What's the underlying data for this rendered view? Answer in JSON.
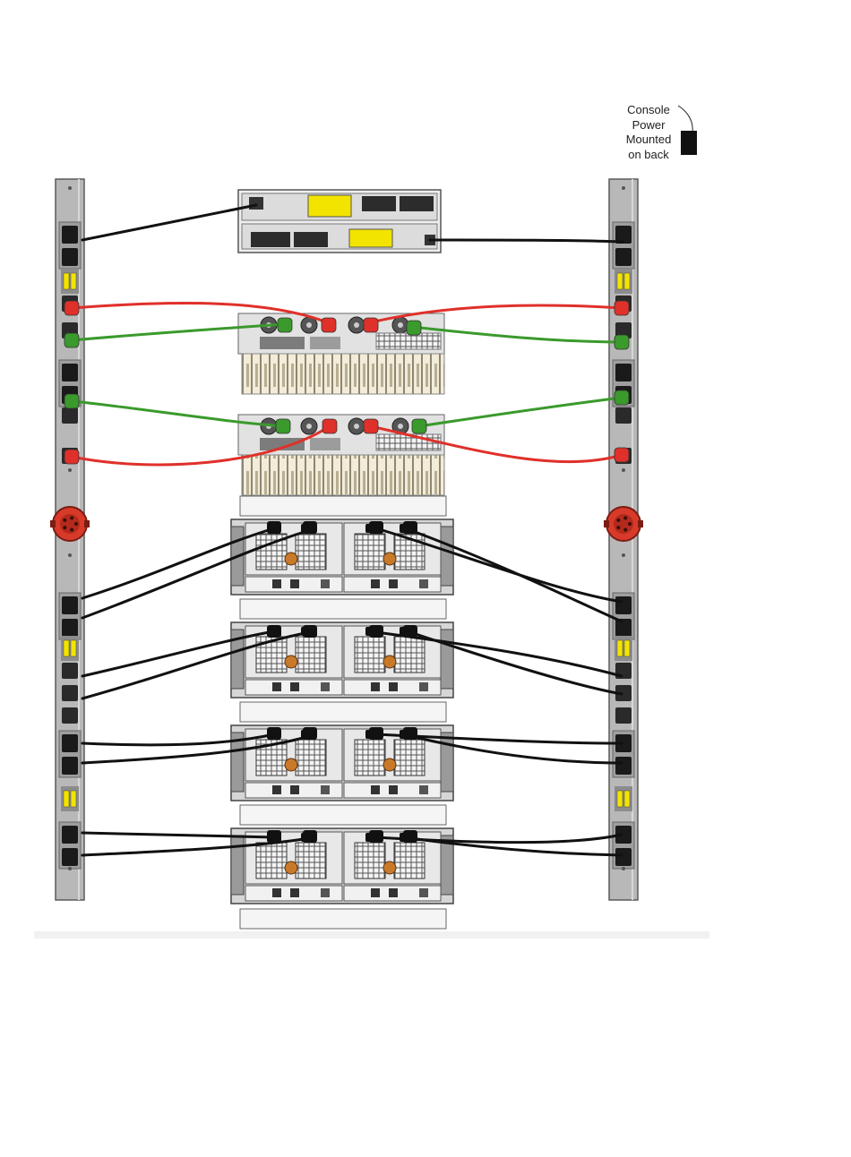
{
  "callout": {
    "lines": [
      "Console",
      "Power",
      "Mounted",
      "on back"
    ]
  },
  "colors": {
    "pdu_body": "#b8b8b8",
    "pdu_edge": "#5a5a5a",
    "outlet": "#1a1a1a",
    "cable_black": "#111111",
    "cable_red": "#e0302a",
    "cable_green": "#3a9a2c",
    "breaker_yellow": "#f3e400",
    "connector_red": "#d83a2a",
    "chassis": "#d9d9d9",
    "chassis_dark": "#4a4a4a",
    "io_card": "#efe7d2",
    "fan_orange": "#c87a2a"
  },
  "rack": {
    "pdus": [
      "left-pdu",
      "right-pdu"
    ],
    "console_unit": 1,
    "storage_controllers": 2,
    "disk_enclosures": 4
  }
}
